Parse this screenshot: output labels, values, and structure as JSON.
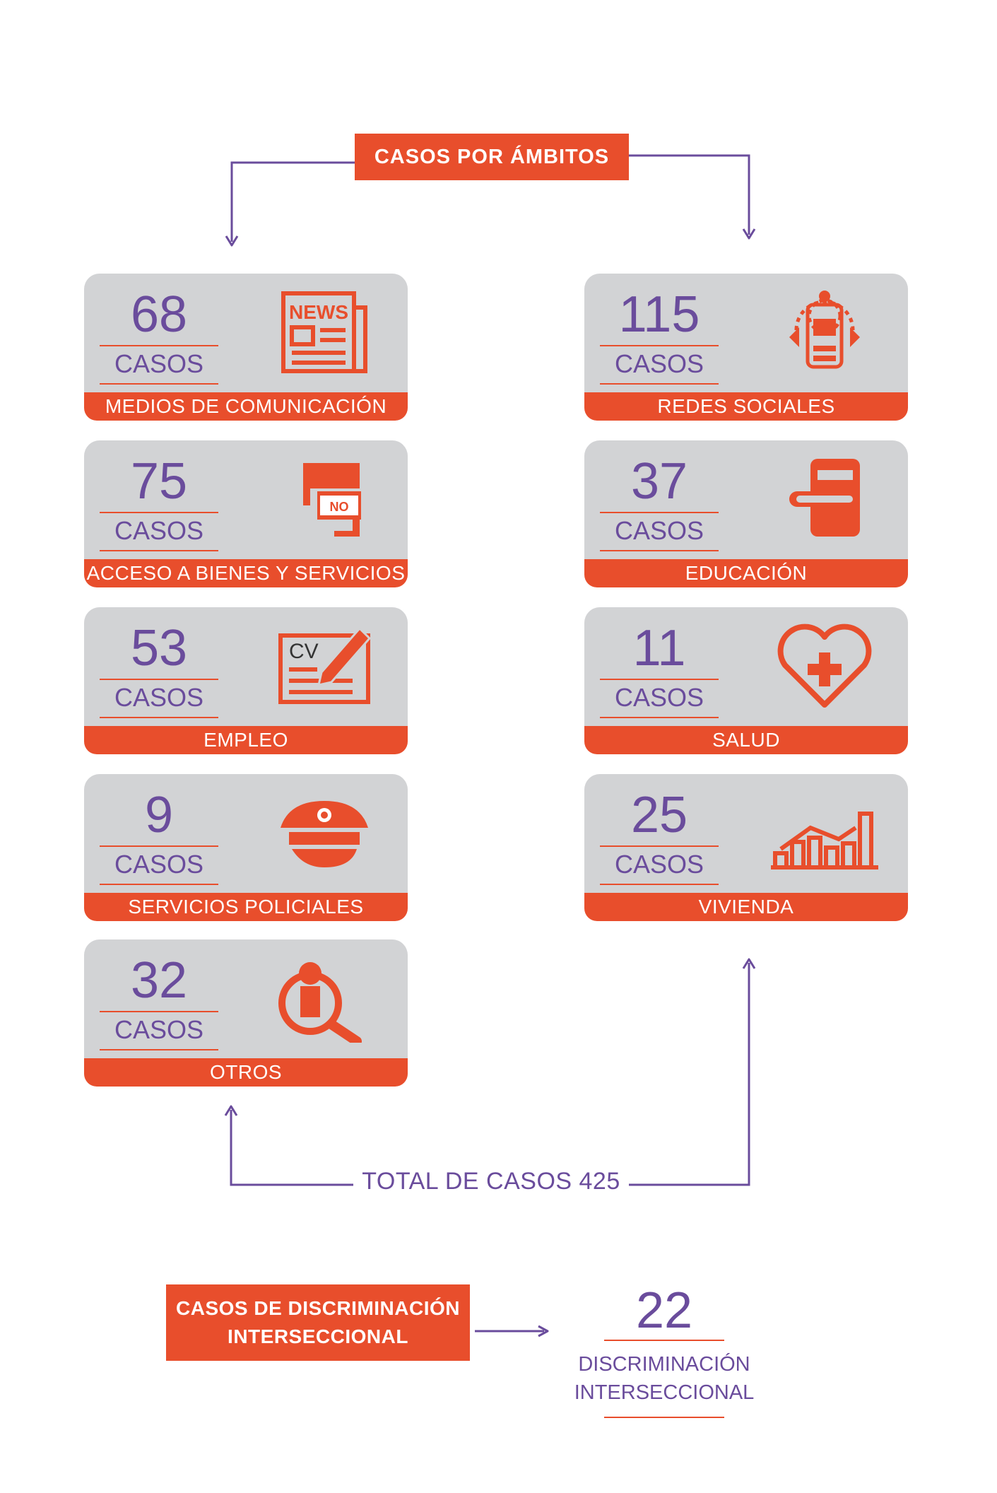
{
  "header": {
    "title": "CASOS POR ÁMBITOS"
  },
  "cards": [
    {
      "number": "68",
      "unit": "CASOS",
      "label": "MEDIOS DE COMUNICACIÓN",
      "icon": "newspaper-icon"
    },
    {
      "number": "115",
      "unit": "CASOS",
      "label": "REDES SOCIALES",
      "icon": "social-network-icon"
    },
    {
      "number": "75",
      "unit": "CASOS",
      "label": "ACCESO A BIENES Y SERVICIOS",
      "icon": "no-entry-sign-icon"
    },
    {
      "number": "37",
      "unit": "CASOS",
      "label": "EDUCACIÓN",
      "icon": "diploma-icon"
    },
    {
      "number": "53",
      "unit": "CASOS",
      "label": "EMPLEO",
      "icon": "cv-icon"
    },
    {
      "number": "11",
      "unit": "CASOS",
      "label": "SALUD",
      "icon": "heart-cross-icon"
    },
    {
      "number": "9",
      "unit": "CASOS",
      "label": "SERVICIOS POLICIALES",
      "icon": "police-cap-icon"
    },
    {
      "number": "25",
      "unit": "CASOS",
      "label": "VIVIENDA",
      "icon": "housing-chart-icon"
    },
    {
      "number": "32",
      "unit": "CASOS",
      "label": "OTROS",
      "icon": "search-person-icon"
    }
  ],
  "total": {
    "text": "TOTAL DE CASOS 425"
  },
  "intersectional": {
    "box_line1": "CASOS DE DISCRIMINACIÓN",
    "box_line2": "INTERSECCIONAL",
    "number": "22",
    "label_line1": "DISCRIMINACIÓN",
    "label_line2": "INTERSECCIONAL"
  },
  "colors": {
    "accent": "#e84e2c",
    "text": "#6a4c9c",
    "card": "#d2d3d5"
  }
}
